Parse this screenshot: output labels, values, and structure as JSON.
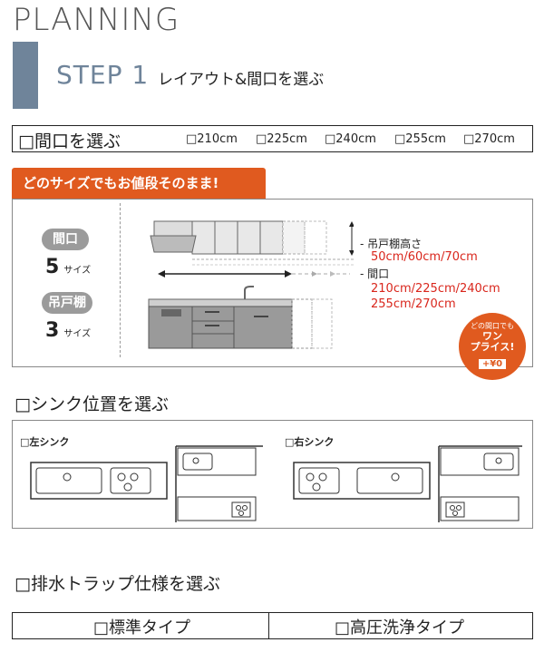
{
  "header": {
    "planning": "PLANNING",
    "step": "STEP 1",
    "step_sub": "レイアウト&間口を選ぶ"
  },
  "width_section": {
    "title": "□間口を選ぶ",
    "options": [
      "□210cm",
      "□225cm",
      "□240cm",
      "□255cm",
      "□270cm"
    ],
    "promo_tag": "どのサイズでもお値段そのまま!",
    "counts": [
      {
        "label": "間口",
        "num": "5",
        "unit": "サイズ"
      },
      {
        "label": "吊戸棚",
        "num": "3",
        "unit": "サイズ"
      }
    ],
    "spec_height_label": "吊戸棚高さ",
    "spec_height_values": "50cm/60cm/70cm",
    "spec_width_label": "間口",
    "spec_width_values_1": "210cm/225cm/240cm",
    "spec_width_values_2": "255cm/270cm",
    "badge": {
      "line1": "どの間口でも",
      "line2": "ワン",
      "line3": "プライス!",
      "line4": "+¥0"
    }
  },
  "sink_section": {
    "title": "□シンク位置を選ぶ",
    "left_label": "□左シンク",
    "right_label": "□右シンク"
  },
  "drain_section": {
    "title": "□排水トラップ仕様を選ぶ",
    "options": [
      "□標準タイプ",
      "□高圧洗浄タイプ"
    ]
  }
}
